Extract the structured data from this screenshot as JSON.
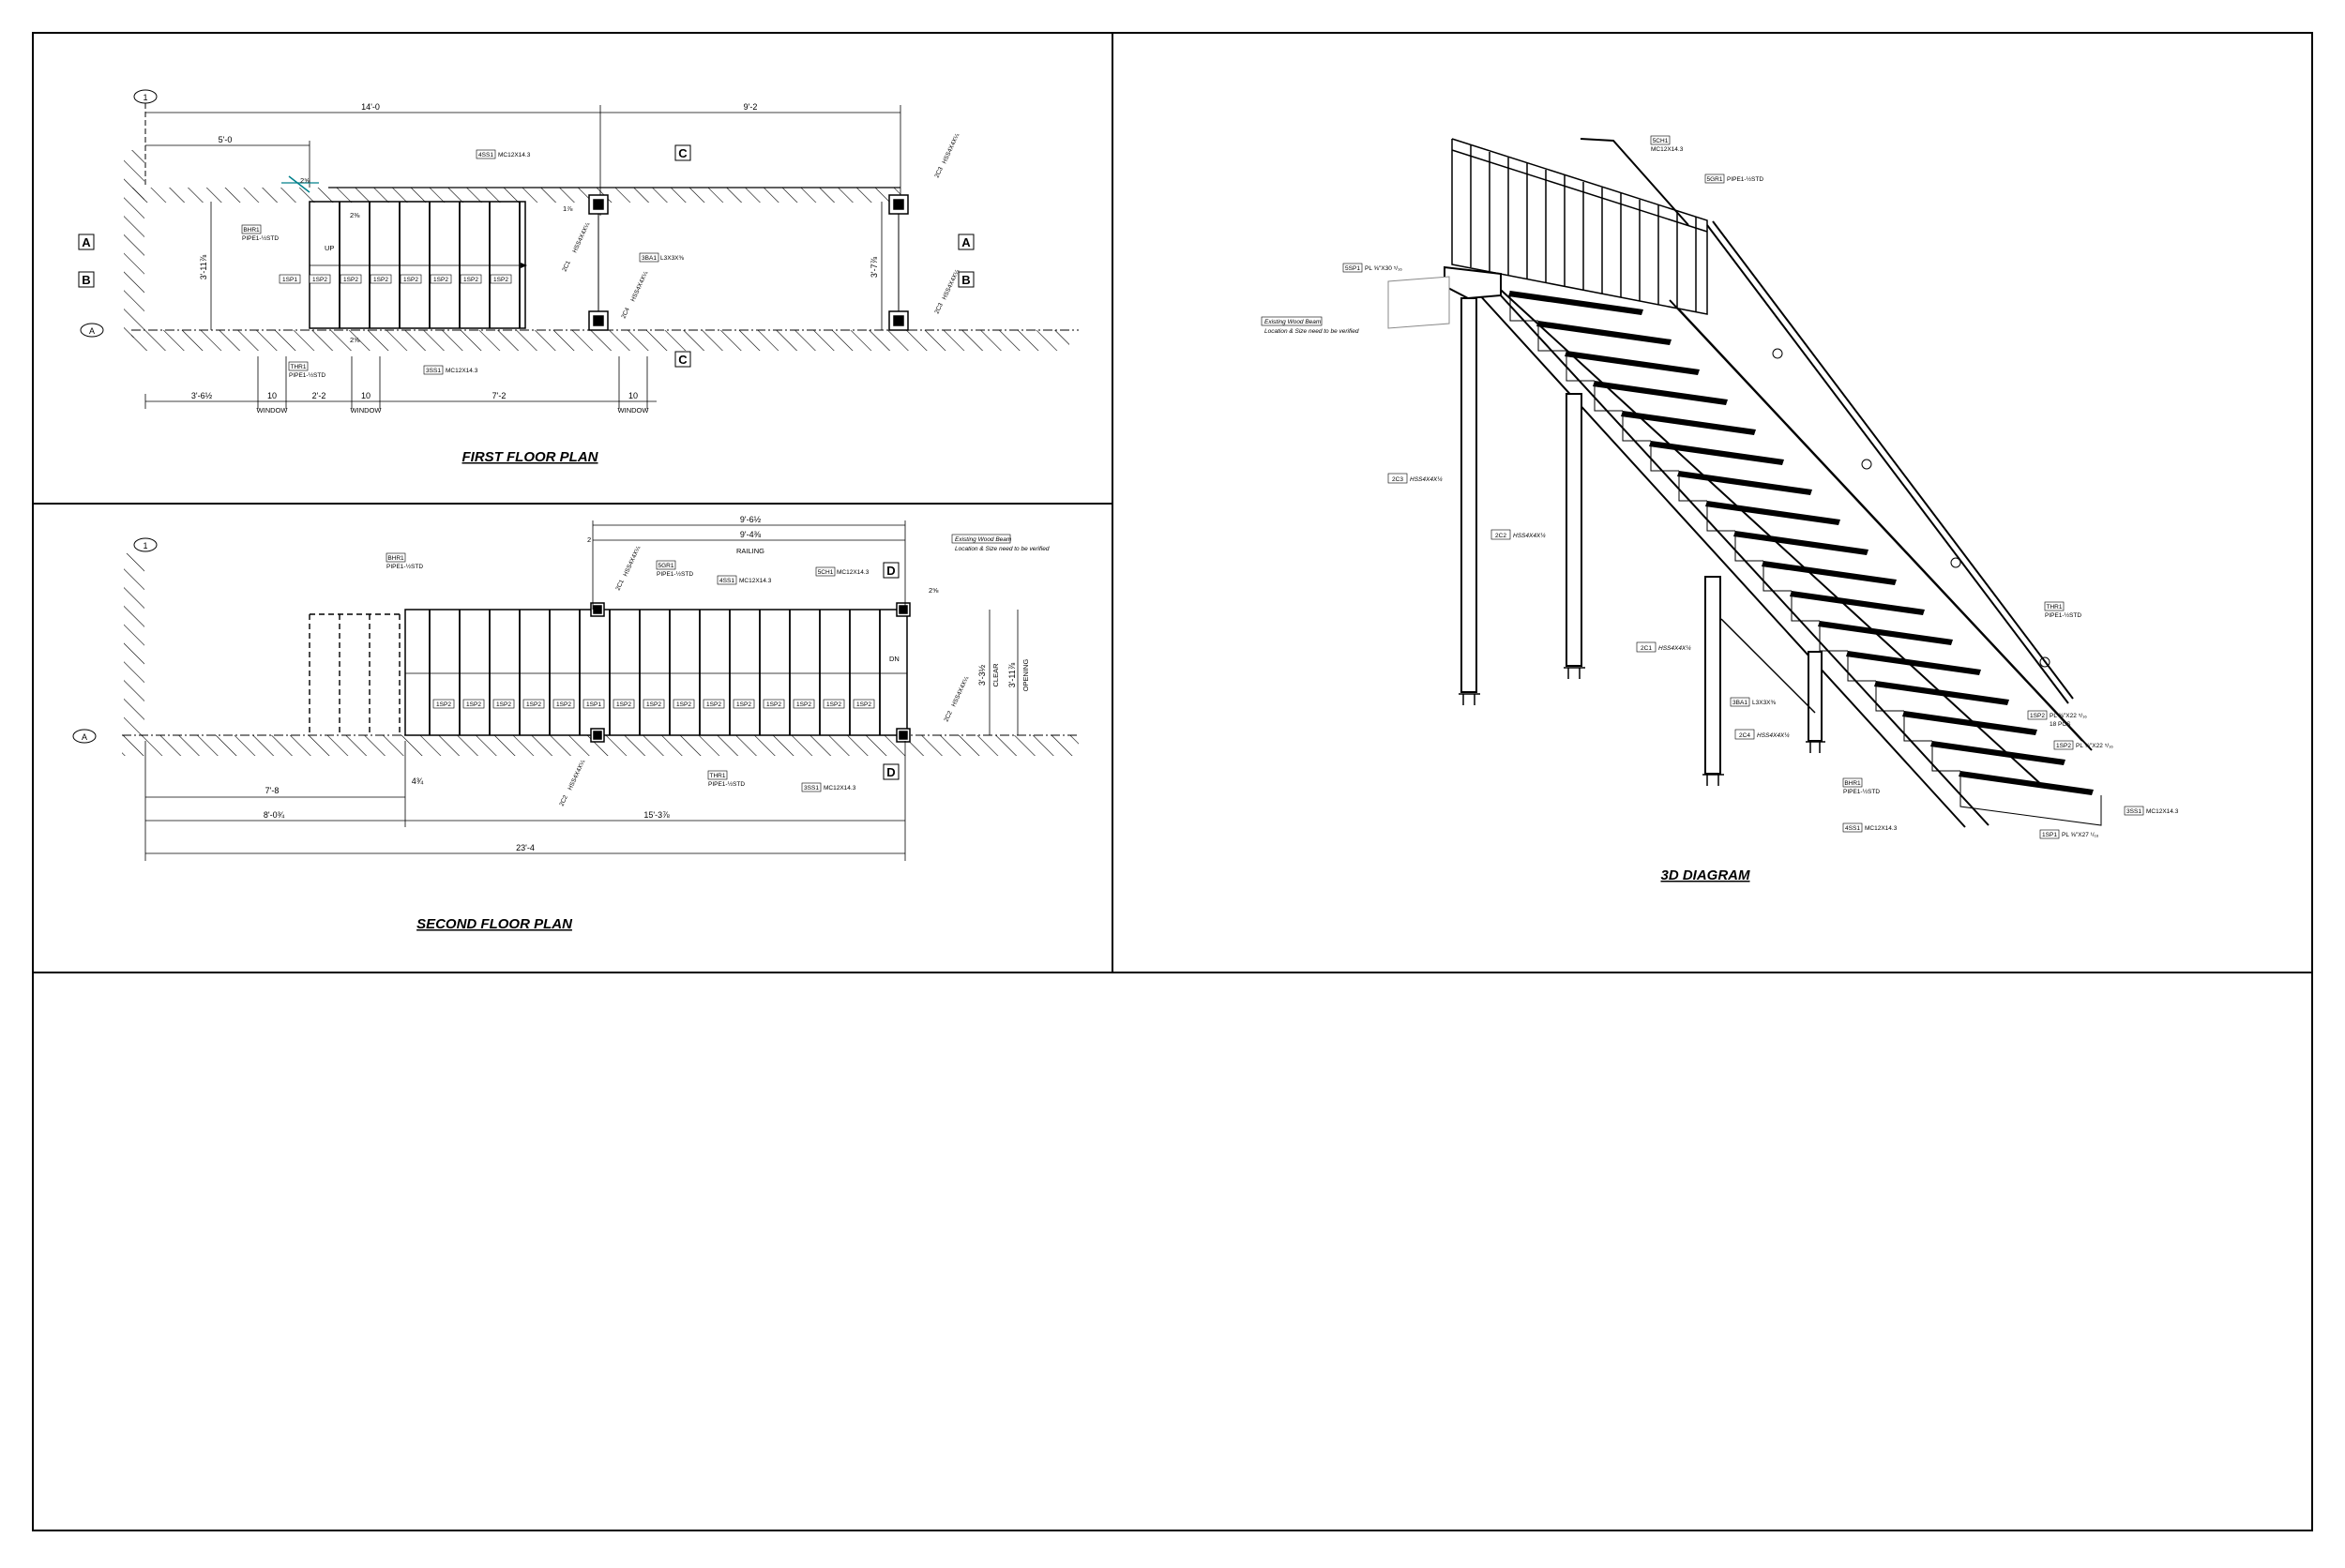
{
  "titles": {
    "first_floor": "FIRST FLOOR PLAN",
    "second_floor": "SECOND FLOOR PLAN",
    "diagram_3d": "3D DIAGRAM"
  },
  "grid": {
    "g1": "1",
    "gA": "A"
  },
  "sections": {
    "a": "A",
    "b": "B",
    "c": "C",
    "d": "D"
  },
  "first_floor": {
    "dim_overall": "14'-0",
    "dim_right": "9'-2",
    "dim_left": "5'-0",
    "dim_height": "3'-11⅞",
    "dim_height_right": "3'-7⅞",
    "dim_small_1": "2⅝",
    "dim_small_2": "2⅜",
    "dim_small_3": "1⅞",
    "dim_small_4": "2⅝",
    "bottom_dims": [
      "3'-6½",
      "10",
      "2'-2",
      "10",
      "7'-2",
      "10"
    ],
    "window_label": "WINDOW",
    "up_label": "UP",
    "tag_ss1": "4SS1",
    "tag_ss1_size": "MC12X14.3",
    "tag_ss1b": "3SS1",
    "tag_ss1b_size": "MC12X14.3",
    "tag_hr": "BHR1",
    "tag_hr_size": "PIPE1-½STD",
    "tag_thr": "THR1",
    "tag_thr_size": "PIPE1-½STD",
    "tag_ba": "3BA1",
    "tag_ba_size": "L3X3X⅜",
    "tag_col1": "2C1",
    "tag_col1_size": "HSS4X4X¼",
    "tag_col2": "2C3",
    "tag_col2_size": "HSS4X4X¼",
    "tag_col3": "2C4",
    "tag_col3_size": "HSS4X4X¼",
    "tread_tags": [
      "1SP1",
      "1SP2",
      "1SP2",
      "1SP2",
      "1SP2",
      "1SP2",
      "1SP2",
      "1SP2"
    ]
  },
  "second_floor": {
    "dim_9_6": "9'-6½",
    "dim_9_4": "9'-4⅜",
    "railing": "RAILING",
    "dim_small": "2",
    "dim_small_r": "2⅝",
    "dim_clear": "3'-3½",
    "clear_label": "CLEAR",
    "dim_opening": "3'-11⅞",
    "opening_label": "OPENING",
    "dn_label": "DN",
    "dim_7_8": "7'-8",
    "dim_4_3": "4¾",
    "dim_8_0": "8'-0¾",
    "dim_15_3": "15'-3⅞",
    "dim_23_4": "23'-4",
    "tag_bhr": "BHR1",
    "tag_bhr_size": "PIPE1-½STD",
    "tag_sgr": "5GR1",
    "tag_sgr_size": "PIPE1-½STD",
    "tag_ss": "4SS1",
    "tag_ss_size": "MC12X14.3",
    "tag_sch": "5CH1",
    "tag_sch_size": "MC12X14.3",
    "tag_col": "2C1",
    "tag_col_size": "HSS4X4X¼",
    "tag_col2": "2C2",
    "tag_col2_size": "HSS4X4X¼",
    "tag_thr": "THR1",
    "tag_thr_size": "PIPE1-½STD",
    "tag_ss3": "3SS1",
    "tag_ss3_size": "MC12X14.3",
    "existing_beam": "Existing Wood Beam",
    "existing_beam_note": "Location & Size need to be verified",
    "tread_tags": [
      "1SP2",
      "1SP2",
      "1SP2",
      "1SP2",
      "1SP2",
      "1SP1",
      "1SP2",
      "1SP2",
      "1SP2",
      "1SP2",
      "1SP2",
      "1SP2",
      "1SP2",
      "1SP2",
      "1SP2"
    ]
  },
  "diagram": {
    "sch": "5CH1",
    "sch_size": "MC12X14.3",
    "sgr": "5GR1",
    "sgr_size": "PIPE1-½STD",
    "ssp": "5SP1",
    "ssp_size": "PL ⅝\"X30 ⁵/₁₆",
    "beam": "Existing Wood Beam",
    "beam_note": "Location & Size need to be verified",
    "c3": "2C3",
    "c3_size": "HSS4X4X¼",
    "c2": "2C2",
    "c2_size": "HSS4X4X¼",
    "c1": "2C1",
    "c1_size": "HSS4X4X¼",
    "ba": "3BA1",
    "ba_size": "L3X3X⅜",
    "c4": "2C4",
    "c4_size": "HSS4X4X¼",
    "bhr": "BHR1",
    "bhr_size": "PIPE1-½STD",
    "ss": "4SS1",
    "ss_size": "MC12X14.3",
    "thr": "THR1",
    "thr_size": "PIPE1-½STD",
    "sp2": "1SP2",
    "sp2_size": "PL ⅝\"X22 ⁵/₁₆",
    "sp2_qty": "18 PCS",
    "sp2b": "1SP2",
    "sp2b_size": "PL ⅝\"X22 ⁵/₁₆",
    "sp1": "1SP1",
    "sp1_size": "PL ⅝\"X27 ¹/₁₆",
    "ss3": "3SS1",
    "ss3_size": "MC12X14.3"
  }
}
